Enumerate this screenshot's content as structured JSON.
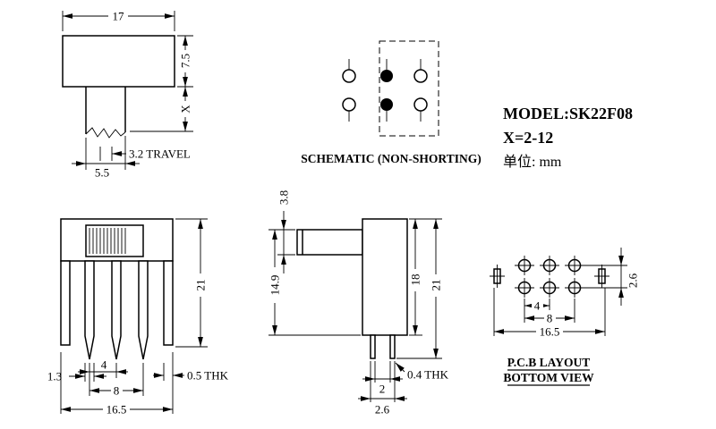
{
  "title_block": {
    "model": "MODEL:SK22F08",
    "x_range": "X=2-12",
    "unit": "单位: mm"
  },
  "front_view": {
    "width": "17",
    "body_height": "7.5",
    "stem_height": "X",
    "travel": "3.2 TRAVEL",
    "stem_width": "5.5"
  },
  "schematic": {
    "caption": "SCHEMATIC (NON-SHORTING)"
  },
  "pin_front_view": {
    "height": "21",
    "pin_width": "1.3",
    "pin_pitch": "4",
    "pin_span": "8",
    "total_width": "16.5",
    "thk": "0.5 THK"
  },
  "side_view": {
    "stem_thickness": "3.8",
    "stem_to_base": "14.9",
    "body_height": "18",
    "total_height": "21",
    "pin_gap": "2",
    "pin_span": "2.6",
    "thk": "0.4 THK"
  },
  "pcb_view": {
    "pad_pitch": "4",
    "pad_span": "8",
    "total_width": "16.5",
    "row_pitch": "2.6",
    "caption1": "P.C.B LAYOUT",
    "caption2": "BOTTOM VIEW"
  }
}
